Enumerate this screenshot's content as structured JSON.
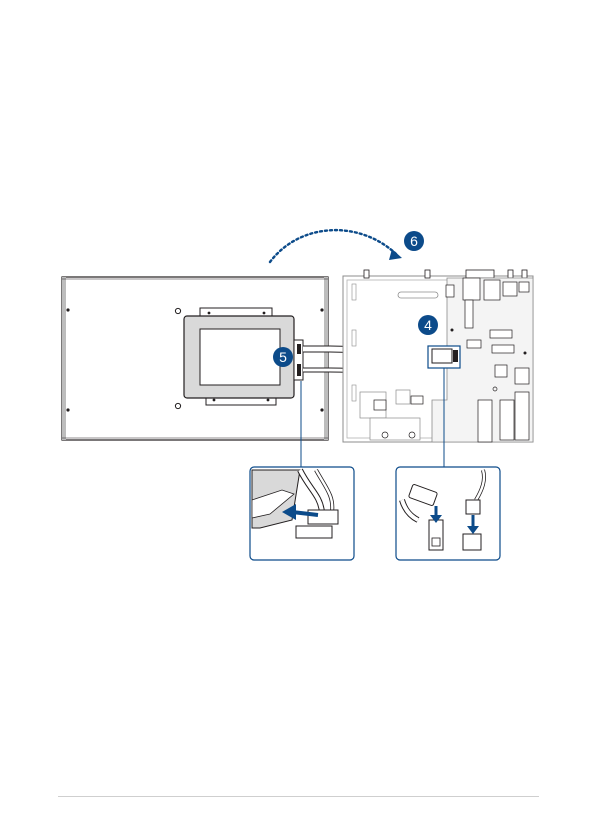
{
  "steps": [
    {
      "number": "6",
      "meaning": "close-chassis"
    },
    {
      "number": "4",
      "meaning": "connect-cable-to-board"
    },
    {
      "number": "5",
      "meaning": "connect-cable-to-ssd"
    }
  ],
  "colors": {
    "accent": "#0c4b8a",
    "line": "#231f20",
    "panel_gray": "#d9d9d9",
    "board_gray": "#e6e6e6"
  }
}
